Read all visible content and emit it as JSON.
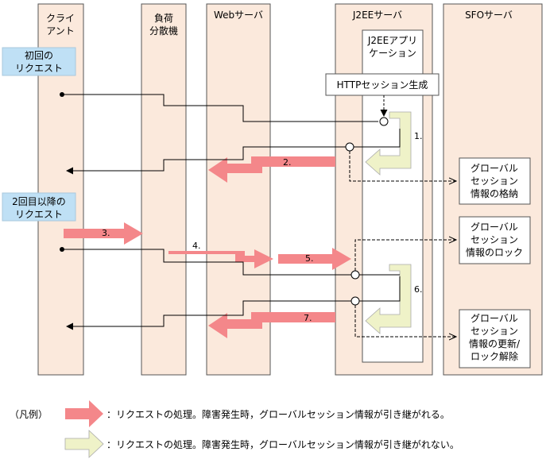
{
  "lanes": {
    "client": [
      "クライ",
      "アント"
    ],
    "lb": [
      "負荷",
      "分散機"
    ],
    "web": [
      "Webサーバ"
    ],
    "j2ee": [
      "J2EEサーバ"
    ],
    "sfo": [
      "SFOサーバ"
    ]
  },
  "app_box": [
    "J2EEアプリ",
    "ケーション"
  ],
  "http_session": "HTTPセッション生成",
  "first_request": [
    "初回の",
    "リクエスト"
  ],
  "second_request": [
    "2回目以降の",
    "リクエスト"
  ],
  "sfo_boxes": {
    "store": [
      "グローバル",
      "セッション",
      "情報の格納"
    ],
    "lock": [
      "グローバル",
      "セッション",
      "情報のロック"
    ],
    "update": [
      "グローバル",
      "セッション",
      "情報の更新/",
      "ロック解除"
    ]
  },
  "steps": {
    "s1": "1.",
    "s2": "2.",
    "s3": "3.",
    "s4": "4.",
    "s5": "5.",
    "s6": "6.",
    "s7": "7."
  },
  "legend": {
    "title": "（凡例）",
    "pink": "：リクエストの処理。障害発生時，グローバルセッション情報が引き継がれる。",
    "yellow": "：リクエストの処理。障害発生時，グローバルセッション情報が引き継がれない。"
  },
  "colors": {
    "lane": "#fbe9dc",
    "request_box": "#bfe0f5",
    "pink_arrow": "#f4878a",
    "yellow_arrow": "#eff2c8"
  }
}
